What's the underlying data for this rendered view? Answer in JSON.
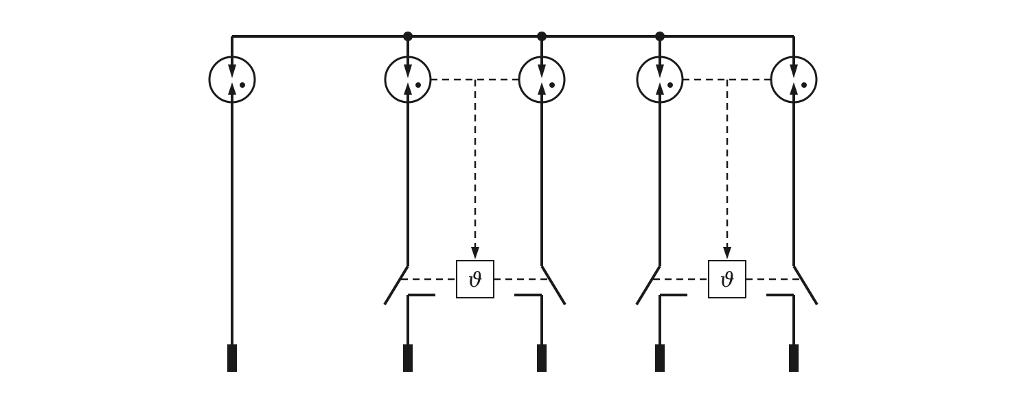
{
  "diagram": {
    "units": [
      {
        "id": "unit-1",
        "kind": "direct"
      },
      {
        "id": "unit-2",
        "kind": "switched",
        "sensor": 1
      },
      {
        "id": "unit-3",
        "kind": "switched",
        "sensor": 1
      },
      {
        "id": "unit-4",
        "kind": "switched",
        "sensor": 2
      },
      {
        "id": "unit-5",
        "kind": "switched",
        "sensor": 2
      }
    ],
    "sensors": [
      {
        "id": "sensor-1",
        "symbol": "ϑ"
      },
      {
        "id": "sensor-2",
        "symbol": "ϑ"
      }
    ],
    "colors": {
      "line": "#1a1a1a",
      "background": "#ffffff"
    }
  }
}
